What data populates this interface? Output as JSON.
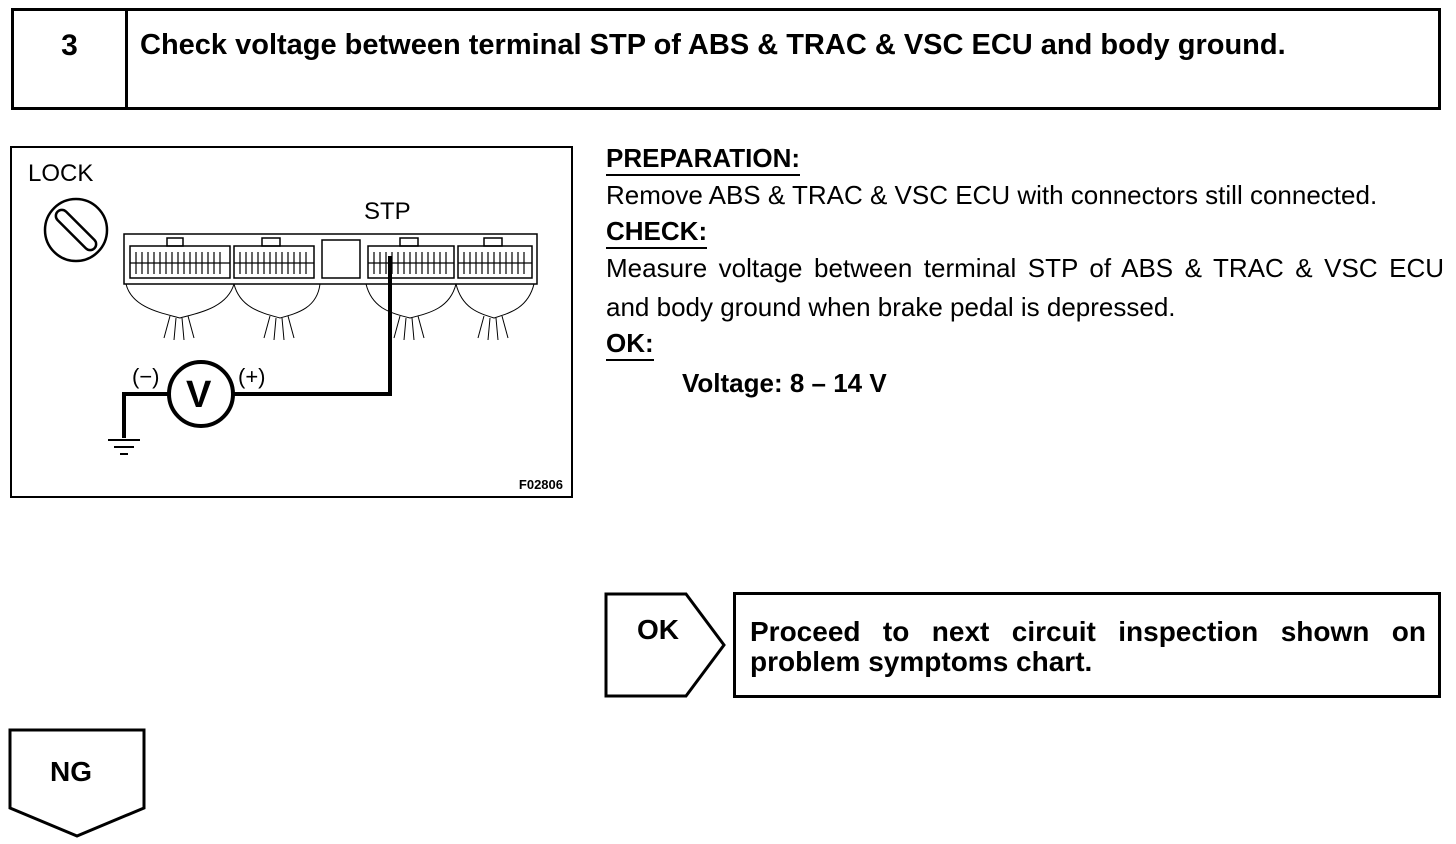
{
  "step": {
    "number": "3",
    "title": "Check voltage between terminal STP of ABS & TRAC & VSC ECU and body ground."
  },
  "figure": {
    "lock_label": "LOCK",
    "terminal_label": "STP",
    "minus_label": "(−)",
    "plus_label": "(+)",
    "meter_label": "V",
    "figure_code": "F02806"
  },
  "preparation": {
    "heading": "PREPARATION:",
    "text": "Remove ABS & TRAC & VSC ECU with connectors still connected."
  },
  "check": {
    "heading": "CHECK:",
    "text": "Measure voltage between terminal STP of ABS & TRAC & VSC ECU and body ground when brake pedal is depressed."
  },
  "ok": {
    "heading": "OK:",
    "spec": "Voltage: 8 – 14 V"
  },
  "ok_result": {
    "label": "OK",
    "text": "Proceed to next circuit inspection shown on problem symptoms chart."
  },
  "ng_result": {
    "label": "NG"
  }
}
